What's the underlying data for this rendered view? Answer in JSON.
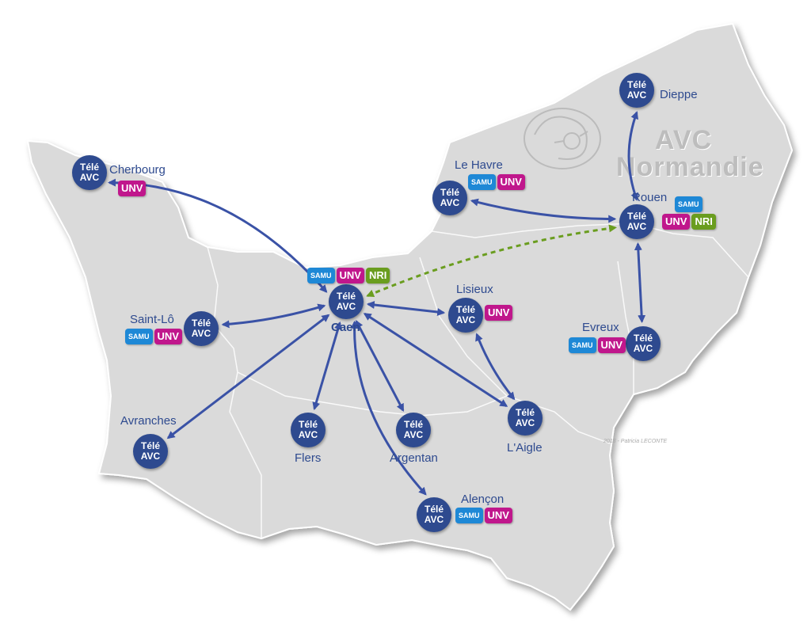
{
  "map_title": {
    "line1": "AVC",
    "line2": "Normandie"
  },
  "credit": "2018 - Patricia LECONTE",
  "node_text": {
    "line1": "Télé",
    "line2": "AVC"
  },
  "colors": {
    "land": "#dadada",
    "node": "#2e4a8f",
    "link": "#3a52a6",
    "link_dashed": "#6a9d1f",
    "samu": "#1e88d6",
    "unv": "#c0178c",
    "nri": "#6a9d1f"
  },
  "cities": [
    {
      "id": "cherbourg",
      "name": "Cherbourg",
      "badges": [
        "UNV"
      ]
    },
    {
      "id": "saint-lo",
      "name": "Saint-Lô",
      "badges": [
        "SAMU",
        "UNV"
      ]
    },
    {
      "id": "avranches",
      "name": "Avranches",
      "badges": []
    },
    {
      "id": "caen",
      "name": "Caen",
      "badges": [
        "SAMU",
        "UNV",
        "NRI"
      ]
    },
    {
      "id": "flers",
      "name": "Flers",
      "badges": []
    },
    {
      "id": "argentan",
      "name": "Argentan",
      "badges": []
    },
    {
      "id": "lisieux",
      "name": "Lisieux",
      "badges": [
        "UNV"
      ]
    },
    {
      "id": "laigle",
      "name": "L'Aigle",
      "badges": []
    },
    {
      "id": "alencon",
      "name": "Alençon",
      "badges": [
        "SAMU",
        "UNV"
      ]
    },
    {
      "id": "le-havre",
      "name": "Le Havre",
      "badges": [
        "SAMU",
        "UNV"
      ]
    },
    {
      "id": "rouen",
      "name": "Rouen",
      "badges": [
        "SAMU",
        "UNV",
        "NRI"
      ]
    },
    {
      "id": "dieppe",
      "name": "Dieppe",
      "badges": []
    },
    {
      "id": "evreux",
      "name": "Evreux",
      "badges": [
        "SAMU",
        "UNV"
      ]
    }
  ],
  "links": [
    {
      "from": "caen",
      "to": "cherbourg",
      "style": "solid"
    },
    {
      "from": "caen",
      "to": "saint-lo",
      "style": "solid"
    },
    {
      "from": "caen",
      "to": "avranches",
      "style": "solid"
    },
    {
      "from": "caen",
      "to": "flers",
      "style": "solid"
    },
    {
      "from": "caen",
      "to": "argentan",
      "style": "solid"
    },
    {
      "from": "caen",
      "to": "lisieux",
      "style": "solid"
    },
    {
      "from": "caen",
      "to": "laigle",
      "style": "solid"
    },
    {
      "from": "caen",
      "to": "alencon",
      "style": "solid"
    },
    {
      "from": "lisieux",
      "to": "laigle",
      "style": "solid"
    },
    {
      "from": "le-havre",
      "to": "rouen",
      "style": "solid"
    },
    {
      "from": "rouen",
      "to": "dieppe",
      "style": "solid"
    },
    {
      "from": "rouen",
      "to": "evreux",
      "style": "solid"
    },
    {
      "from": "caen",
      "to": "rouen",
      "style": "dashed"
    }
  ]
}
